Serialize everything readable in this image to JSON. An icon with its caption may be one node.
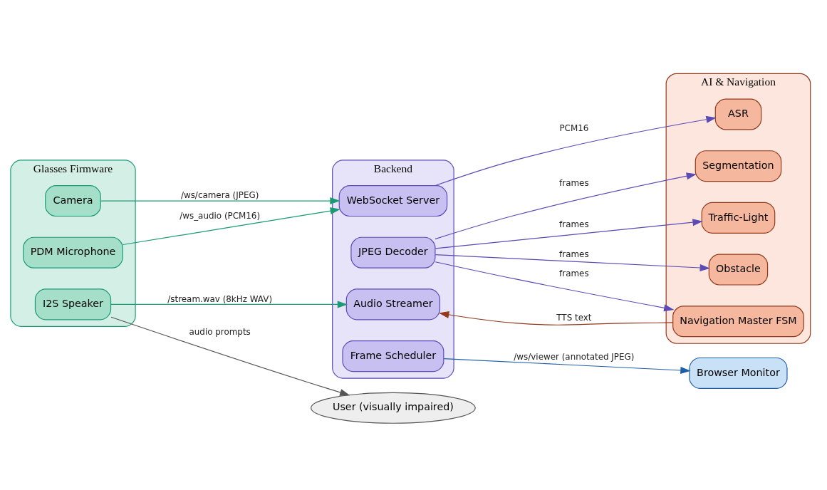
{
  "diagram": {
    "nodes": [
      {
        "text": [
          "Glasses Firmware"
        ]
      },
      {
        "text": [
          "Camera"
        ],
        "in": 0
      },
      {
        "text": [
          "PDM Microphone"
        ],
        "in": 0
      },
      {
        "text": [
          "I2S Speaker"
        ],
        "in": 0
      },
      {
        "text": [
          "Backend"
        ]
      },
      {
        "text": [
          "WebSocket Server"
        ],
        "in": 4
      },
      {
        "text": [
          "JPEG Decoder"
        ],
        "in": 4
      },
      {
        "text": [
          "Audio Streamer"
        ],
        "in": 4
      },
      {
        "text": [
          "Frame Scheduler"
        ],
        "in": 4
      },
      {
        "text": [
          "AI & Navigation"
        ]
      },
      {
        "text": [
          "ASR"
        ],
        "in": 9
      },
      {
        "text": [
          "Segmentation"
        ],
        "in": 9
      },
      {
        "text": [
          "Traffic-Light"
        ],
        "in": 9
      },
      {
        "text": [
          "Obstacle"
        ],
        "in": 9
      },
      {
        "text": [
          "Navigation Master FSM"
        ],
        "in": 9
      },
      {
        "text": [
          "Browser Monitor"
        ]
      },
      {
        "text": [
          "User (visually impaired)"
        ]
      }
    ],
    "edges": [
      {
        "from": 1,
        "to": 5,
        "arrow": "to",
        "label": "/ws/camera (JPEG)",
        "color": "#1a9a74"
      },
      {
        "from": 2,
        "to": 5,
        "arrow": "to",
        "label": "/ws_audio (PCM16)",
        "color": "#1a9a74"
      },
      {
        "from": 3,
        "to": 7,
        "arrow": "to",
        "label": "/stream.wav (8kHz WAV)",
        "color": "#1a9a74"
      },
      {
        "from": 3,
        "to": 16,
        "arrow": "to",
        "label": "audio prompts",
        "color": "#555555"
      },
      {
        "from": 5,
        "to": 10,
        "arrow": "to",
        "label": "PCM16"
      },
      {
        "from": 6,
        "to": 11,
        "arrow": "to",
        "label": "frames"
      },
      {
        "from": 6,
        "to": 12,
        "arrow": "to",
        "label": "frames"
      },
      {
        "from": 6,
        "to": 13,
        "arrow": "to",
        "label": "frames"
      },
      {
        "from": 6,
        "to": 14,
        "arrow": "to",
        "label": "frames"
      },
      {
        "from": 14,
        "to": 7,
        "arrow": "to",
        "label": "TTS text",
        "color": "#93391a"
      },
      {
        "from": 8,
        "to": 15,
        "arrow": "to",
        "label": "/ws/viewer (annotated JPEG)",
        "color": "#1f5fa8"
      }
    ]
  }
}
